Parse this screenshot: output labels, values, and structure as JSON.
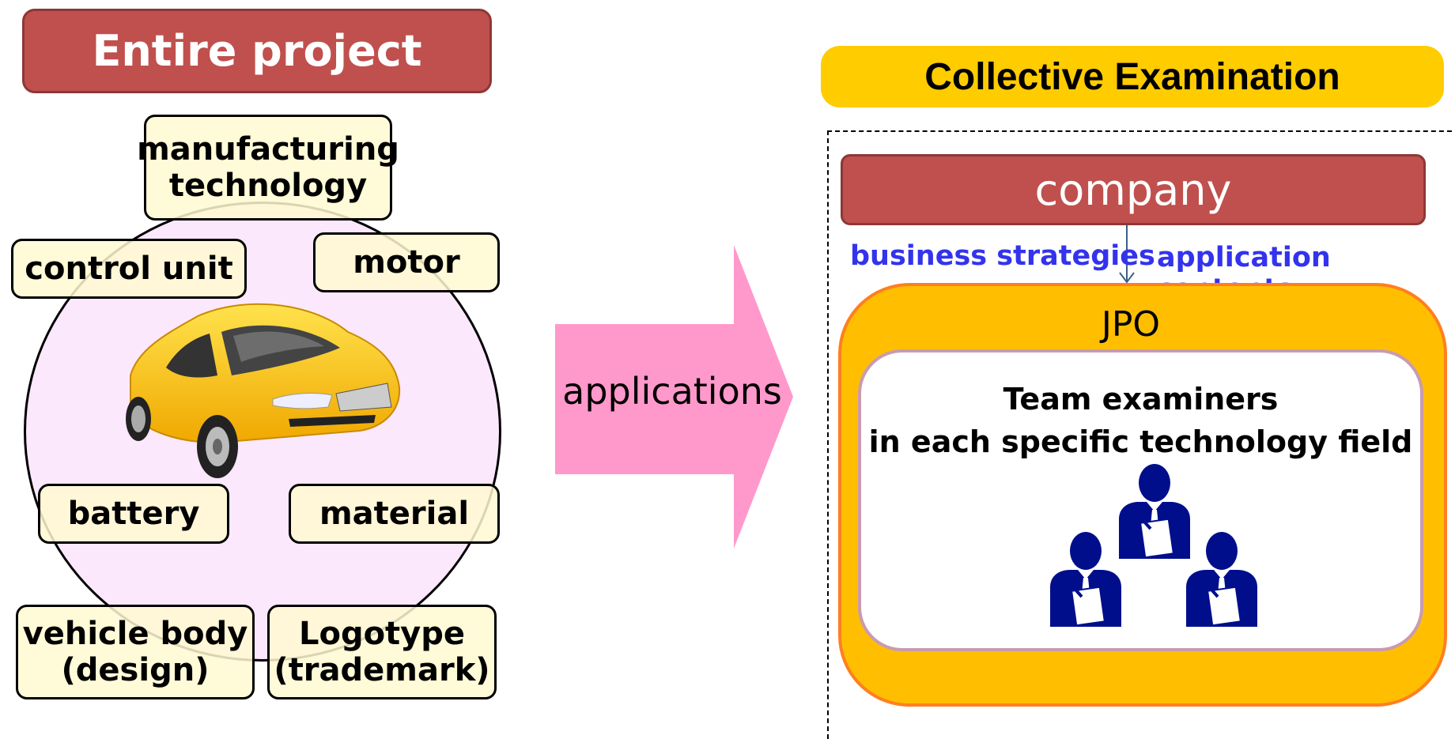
{
  "left": {
    "title": "Entire project",
    "tags": {
      "manufacturing_1": "manufacturing",
      "manufacturing_2": "technology",
      "control_unit": "control unit",
      "motor": "motor",
      "battery": "battery",
      "material": "material",
      "vehicle_body_1": "vehicle body",
      "vehicle_body_2": "(design)",
      "logotype_1": "Logotype",
      "logotype_2": "(trademark)"
    }
  },
  "middle": {
    "arrow_label": "applications"
  },
  "right": {
    "title": "Collective Examination",
    "company": "company",
    "left_caption": "business strategies",
    "right_caption": "application contents",
    "jpo": "JPO",
    "team_line1": "Team examiners",
    "team_line2": "in each specific technology field"
  },
  "colors": {
    "red_header": "#c0504d",
    "yellow_header": "#ffcc00",
    "pink_arrow": "#ff99cc",
    "jpo_fill": "#ffbf00",
    "jpo_border": "#ff7f1f",
    "people_navy": "#000e8c",
    "caption_blue": "#3333ee",
    "car_yellow": "#ffc400"
  },
  "icons": [
    "car-illustration",
    "examiner-person-icon"
  ]
}
